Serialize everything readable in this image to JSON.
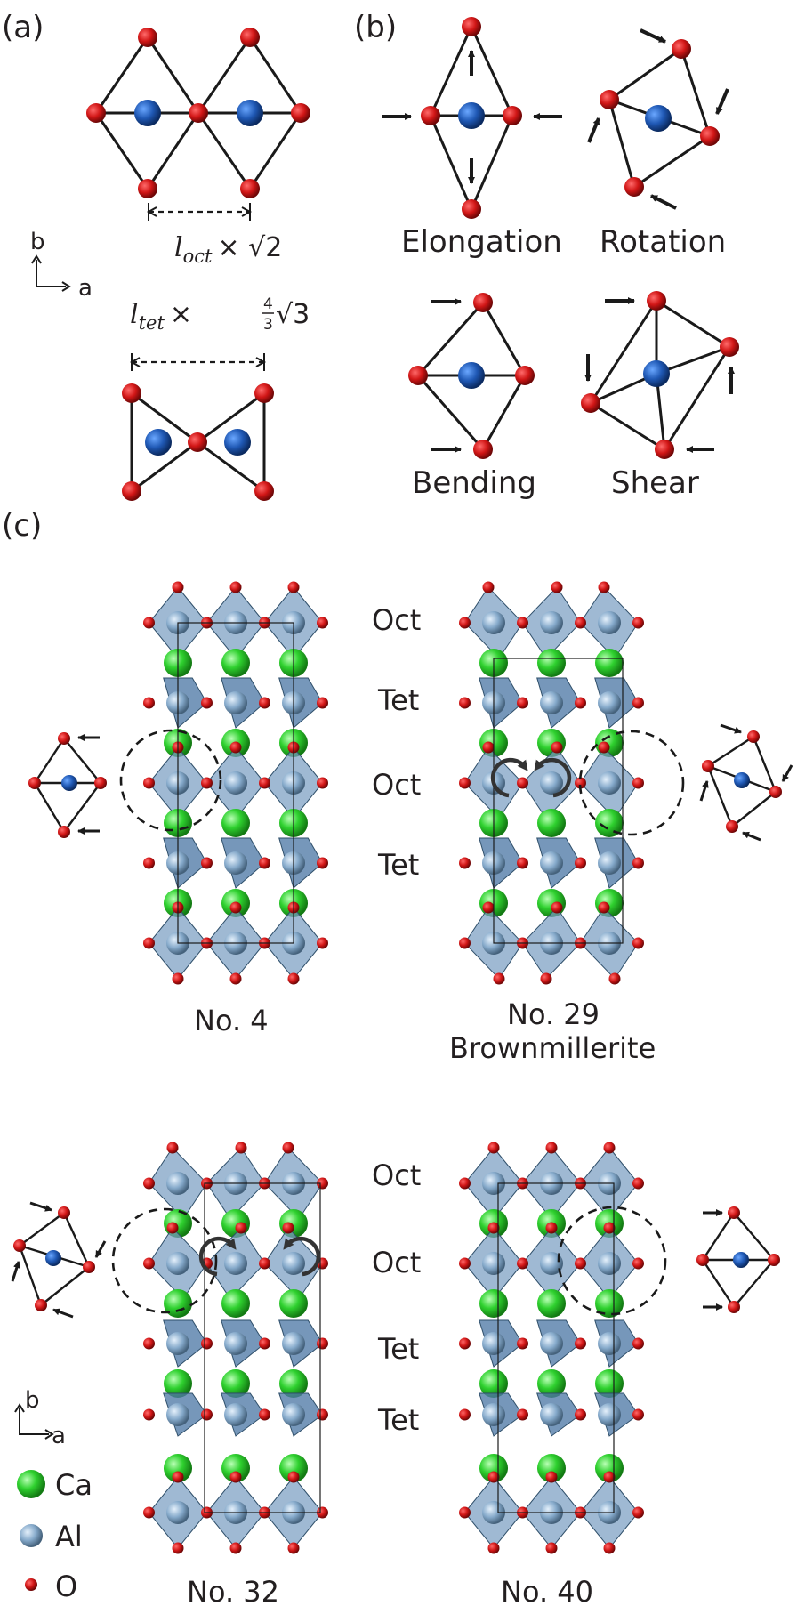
{
  "panels": {
    "a_label": "(a)",
    "b_label": "(b)",
    "c_label": "(c)"
  },
  "panel_a": {
    "oct_formula_var": "l",
    "oct_formula_sub": "oct",
    "oct_formula_tail": "× √2",
    "tet_formula_var": "l",
    "tet_formula_sub": "tet",
    "tet_formula_tail": "×",
    "tet_formula_frac_num": "4",
    "tet_formula_frac_den": "3",
    "tet_formula_root": "√3",
    "axis_b": "b",
    "axis_a": "a"
  },
  "panel_b": {
    "elongation": "Elongation",
    "rotation": "Rotation",
    "bending": "Bending",
    "shear": "Shear"
  },
  "panel_c": {
    "structures": [
      {
        "name": "No.  4",
        "subtitle": ""
      },
      {
        "name": "No.  29",
        "subtitle": "Brownmillerite"
      },
      {
        "name": "No.  32",
        "subtitle": ""
      },
      {
        "name": "No.  40",
        "subtitle": ""
      }
    ],
    "top_layers": [
      "Oct",
      "Tet",
      "Oct",
      "Tet"
    ],
    "bottom_layers": [
      "Oct",
      "Oct",
      "Tet",
      "Tet"
    ],
    "legend": [
      {
        "label": "Ca",
        "color": "#2ecc40"
      },
      {
        "label": "Al",
        "color": "#7fa7c9"
      },
      {
        "label": "O",
        "color": "#d81b1b"
      }
    ],
    "axis_b": "b",
    "axis_a": "a"
  },
  "colors": {
    "oxygen": "#cc1a1a",
    "metal_center": "#1f5fb8",
    "calcium": "#2ecc40",
    "aluminum": "#7fa7c9",
    "polyhedron": "#7a9ec2"
  }
}
